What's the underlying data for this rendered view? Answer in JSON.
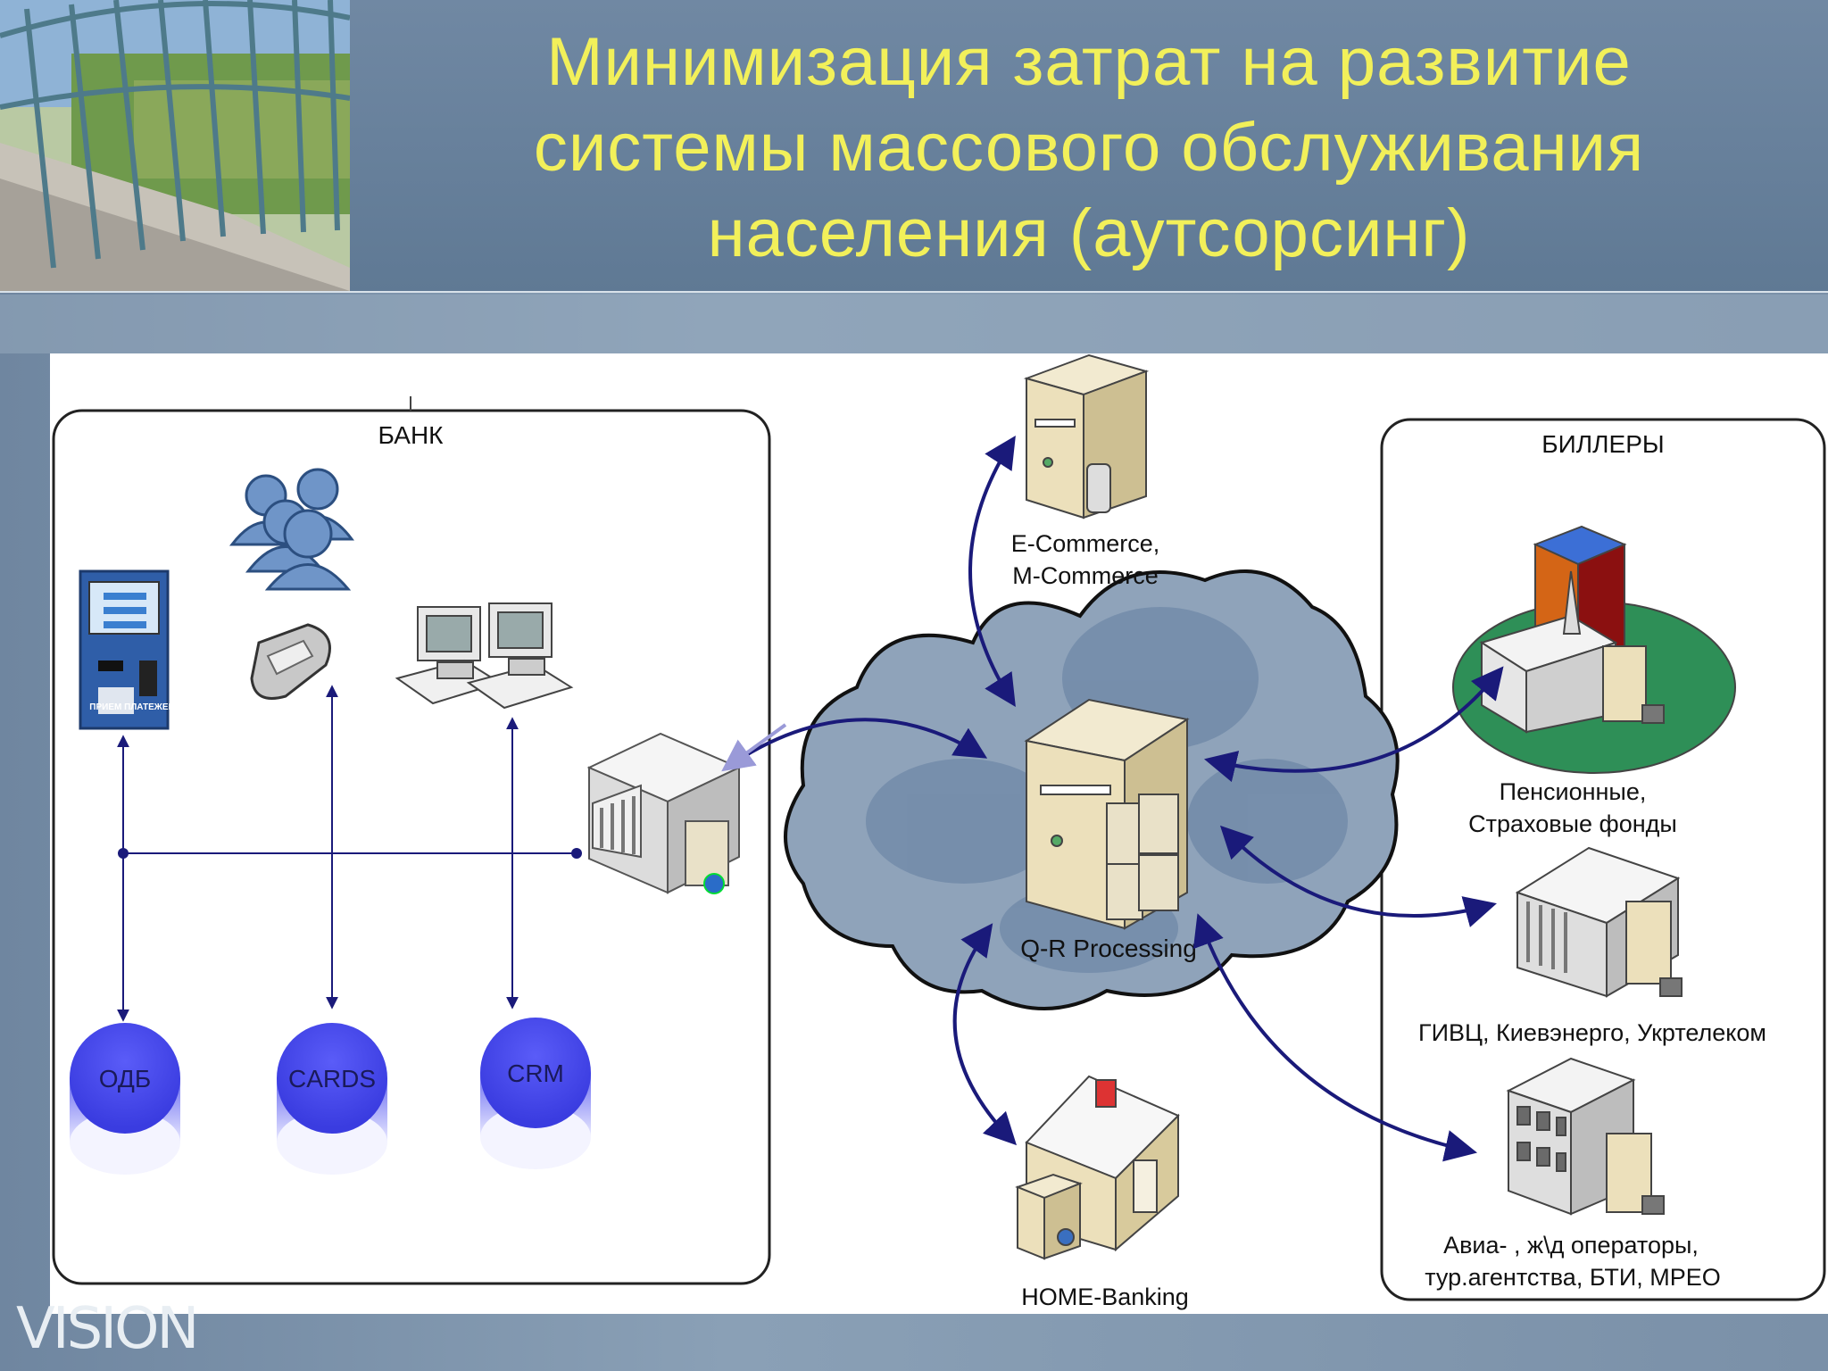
{
  "title": {
    "line1": "Минимизация затрат на развитие",
    "line2": "системы массового обслуживания",
    "line3": "населения (аутсорсинг)"
  },
  "footer": {
    "logo": "VISION"
  },
  "diagram": {
    "bank_box_label": "БАНК",
    "billers_box_label": "БИЛЛЕРЫ",
    "kiosk_text": "ПРИЕМ ПЛАТЕЖЕЙ",
    "databases": [
      "ОДБ",
      "CARDS",
      "CRM"
    ],
    "ecommerce_label": [
      "E-Commerce,",
      "M-Commerce"
    ],
    "processing_label": "Q-R Processing",
    "home_banking_label": "HOME-Banking",
    "biller_labels": {
      "pension": [
        "Пенсионные,",
        "Страховые фонды"
      ],
      "utilities": "ГИВЦ, Киевэнерго, Укртелеком",
      "operators": [
        "Авиа- , ж\\д операторы,",
        "тур.агентства, БТИ, МРЕО"
      ]
    }
  },
  "colors": {
    "title": "#f2f05a",
    "arrow": "#1a1a7a",
    "database": "#4c4ef0",
    "cloud": "#8ea2b8"
  }
}
